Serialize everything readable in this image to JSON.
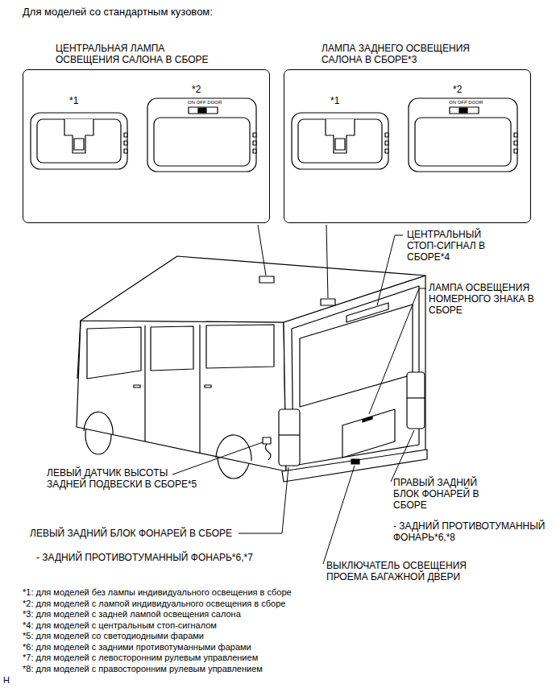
{
  "diagram": {
    "title": "Для моделей со стандартным кузовом:",
    "nodes": [
      {
        "text": [
          "ЦЕНТРАЛЬНАЯ ЛАМПА ОСВЕЩЕНИЯ САЛОНА В СБОРЕ"
        ]
      },
      {
        "text": [
          "ЛАМПА ЗАДНЕГО ОСВЕЩЕНИЯ САЛОНА В СБОРЕ*3"
        ]
      }
    ],
    "labels": [
      "*1",
      "*2",
      "ON OFF DOOR",
      "*1",
      "*2",
      "ON OFF DOOR",
      "ЦЕНТРАЛЬНЫЙ СТОП-СИГНАЛ В СБОРЕ*4",
      "ЛАМПА ОСВЕЩЕНИЯ НОМЕРНОГО ЗНАКА В СБОРЕ",
      "ЛЕВЫЙ ДАТЧИК ВЫСОТЫ ЗАДНЕЙ ПОДВЕСКИ В СБОРЕ*5",
      "ПРАВЫЙ ЗАДНИЙ БЛОК ФОНАРЕЙ В СБОРЕ",
      "- ЗАДНИЙ ПРОТИВОТУМАННЫЙ ФОНАРЬ*6,*8",
      "ЛЕВЫЙ ЗАДНИЙ БЛОК ФОНАРЕЙ В СБОРЕ",
      "- ЗАДНИЙ ПРОТИВОТУМАННЫЙ ФОНАРЬ*6,*7",
      "ВЫКЛЮЧАТЕЛЬ ОСВЕЩЕНИЯ ПРОЕМА БАГАЖНОЙ ДВЕРИ",
      "*1: для моделей без лампы индивидуального освещения в сборе",
      "*2: для моделей с лампой индивидуального освещения в сборе",
      "*3: для моделей с задней лампой освещения салона",
      "*4: для моделей с центральным стоп-сигналом",
      "*5: для моделей со светодиодными фарами",
      "*6: для моделей с задними противотуманными фарами",
      "*7: для моделей с левосторонним рулевым управлением",
      "*8: для моделей с правосторонним рулевым управлением",
      "H"
    ]
  }
}
